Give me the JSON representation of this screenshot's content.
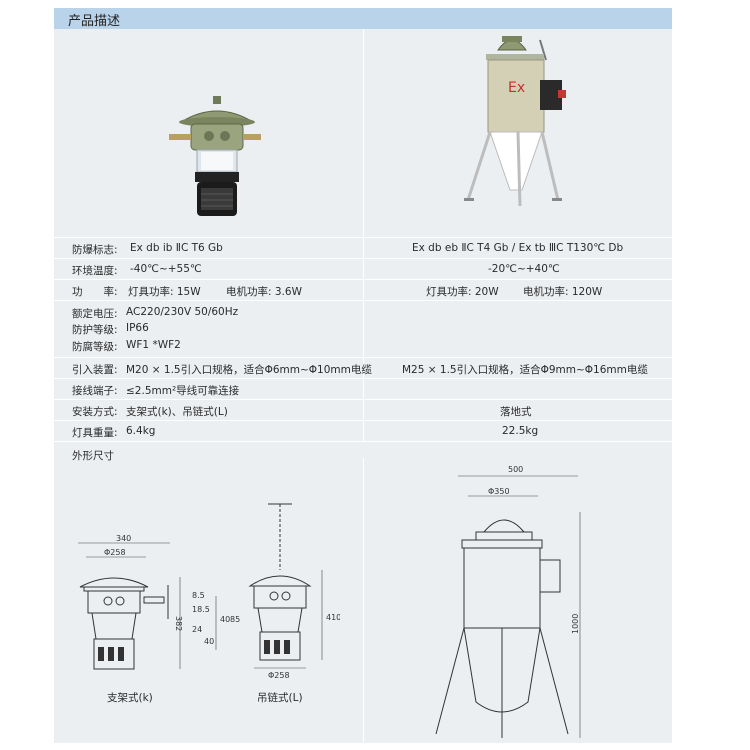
{
  "section_title": "产品描述",
  "specs": {
    "explosion_mark": {
      "label": "防爆标志:",
      "left": "Ex db ib ⅡC T6 Gb",
      "right": "Ex db eb ⅡC T4 Gb / Ex tb ⅢC T130℃ Db"
    },
    "ambient_temp": {
      "label": "环境温度:",
      "left": "-40℃~+55℃",
      "right": "-20℃~+40℃"
    },
    "power": {
      "label": "功　　率:",
      "left_lamp": "灯具功率:  15W",
      "left_motor": "电机功率:  3.6W",
      "right_lamp": "灯具功率:  20W",
      "right_motor": "电机功率:  120W"
    },
    "rated_voltage": {
      "label": "额定电压:",
      "value": "AC220/230V  50/60Hz"
    },
    "protection": {
      "label": "防护等级:",
      "value": "IP66"
    },
    "anticorrosion": {
      "label": "防腐等级:",
      "value": "WF1  *WF2"
    },
    "entry": {
      "label": "引入装置:",
      "left": "M20 × 1.5引入口规格，适合Φ6mm~Φ10mm电缆",
      "right": "M25 × 1.5引入口规格，适合Φ9mm~Φ16mm电缆"
    },
    "terminal": {
      "label": "接线端子:",
      "value": "≤2.5mm²导线可靠连接"
    },
    "mounting": {
      "label": "安装方式:",
      "left": "支架式(k)、吊链式(L)",
      "right": "落地式"
    },
    "weight": {
      "label": "灯具重量:",
      "left": "6.4kg",
      "right": "22.5kg"
    }
  },
  "dimensions_title": "外形尺寸",
  "drawing_labels": {
    "bracket_caption": "支架式(k)",
    "pendant_caption": "吊链式(L)",
    "bracket": {
      "width": "340",
      "diameter": "Φ258",
      "height": "382"
    },
    "pendant": {
      "top": "8.5",
      "d1": "18.5",
      "d2": "24",
      "d3": "40",
      "d4": "40",
      "d5": "85",
      "height": "410",
      "diameter": "Φ258"
    },
    "floor": {
      "width": "500",
      "diameter": "Φ350",
      "height": "1000"
    }
  },
  "icon_text": {
    "ex_mark": "Ex"
  }
}
